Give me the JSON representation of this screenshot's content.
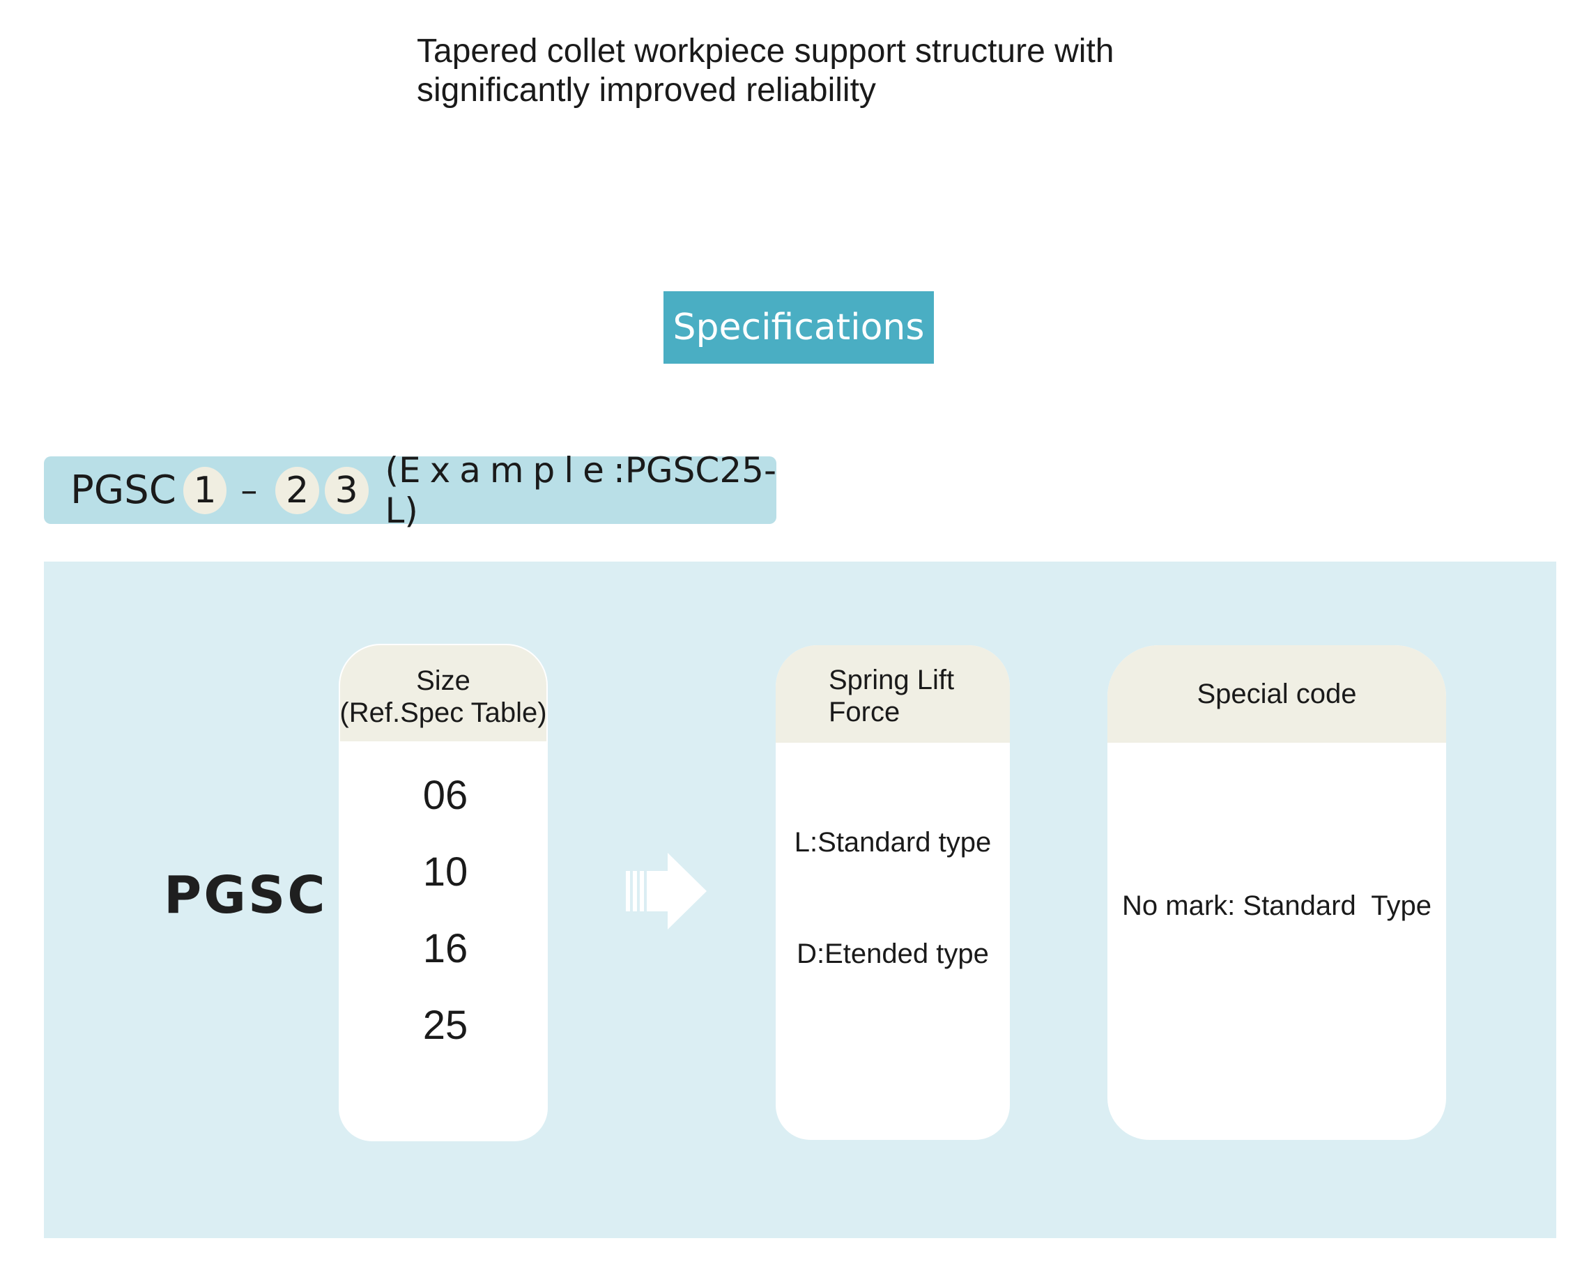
{
  "headline": {
    "line1": "Tapered collet workpiece support structure with",
    "line2": "significantly improved reliability"
  },
  "specifications_label": "Specifications",
  "model_code": {
    "prefix": "PGSC",
    "slot1": "1",
    "dash": "–",
    "slot2": "2",
    "slot3": "3",
    "example_open": "(",
    "example_word": "Example",
    "example_rest": ":PGSC25-L)"
  },
  "panel": {
    "series": "PGSC",
    "size_card": {
      "title_line1": "Size",
      "title_line2": "(Ref.Spec Table)",
      "values": [
        "06",
        "10",
        "16",
        "25"
      ]
    },
    "spring_card": {
      "title_line1": "Spring Lift",
      "title_line2": "Force",
      "values": [
        "L:Standard type",
        "D:Etended type"
      ]
    },
    "special_card": {
      "title": "Special code",
      "value": "No mark: Standard  Type"
    }
  },
  "colors": {
    "banner": "#4aaec3",
    "code_bar": "#b9dfe7",
    "panel": "#dbeef3",
    "card_head": "#f0efe4"
  },
  "icons": {
    "arrow": "right-arrow-icon"
  }
}
